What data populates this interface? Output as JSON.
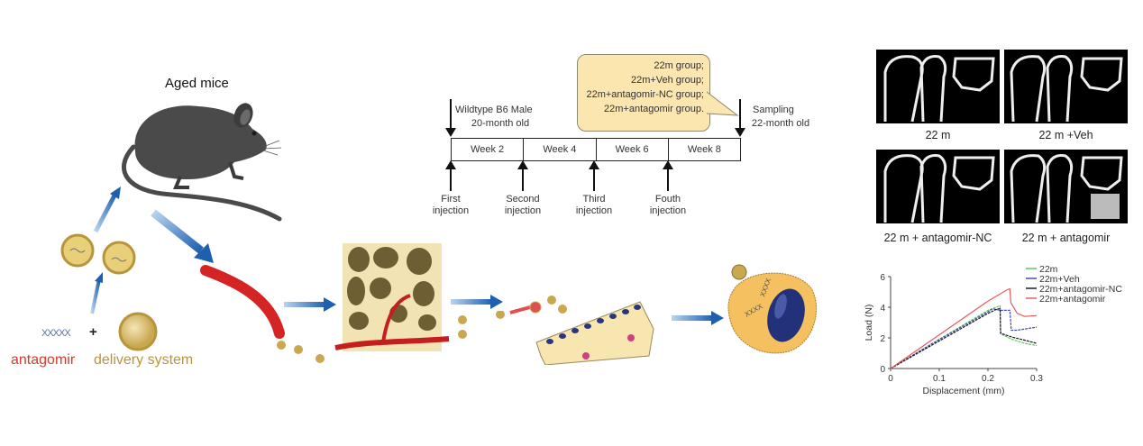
{
  "left_panel": {
    "title": "Aged mice",
    "antagomir_label": "antagomir",
    "plus_sign": "+",
    "delivery_label": "delivery system",
    "colors": {
      "antagomir": "#d9382b",
      "delivery": "#b8943a",
      "arrow": "#1f5fb0",
      "vessel": "#d42424",
      "mouse": "#4a4a4a"
    }
  },
  "timeline": {
    "start_label_line1": "Wildtype B6 Male",
    "start_label_line2": "20-month old",
    "end_label_line1": "Sampling",
    "end_label_line2": "22-month old",
    "weeks": [
      "Week 2",
      "Week 4",
      "Week 6",
      "Week 8"
    ],
    "injections": [
      {
        "line1": "First",
        "line2": "injection"
      },
      {
        "line1": "Second",
        "line2": "injection"
      },
      {
        "line1": "Third",
        "line2": "injection"
      },
      {
        "line1": "Fouth",
        "line2": "injection"
      }
    ],
    "callout_lines": [
      "22m group;",
      "22m+Veh group;",
      "22m+antagomir-NC group;",
      "22m+antagomir group."
    ],
    "callout_color": "#fbe6b0"
  },
  "microct": {
    "captions": [
      "22 m",
      "22 m +Veh",
      "22 m + antagomir-NC",
      "22 m + antagomir"
    ]
  },
  "chart_data": {
    "type": "line",
    "title": "",
    "xlabel": "Displacement (mm)",
    "ylabel": "Load (N)",
    "xlim": [
      0,
      0.3
    ],
    "ylim": [
      0,
      6
    ],
    "xticks": [
      "0",
      "0.1",
      "0.2",
      "0.3"
    ],
    "yticks": [
      "0",
      "2",
      "4",
      "6"
    ],
    "grid": false,
    "legend_position": "top-right",
    "series": [
      {
        "name": "22m",
        "color": "#5cc85c",
        "x": [
          0,
          0.05,
          0.1,
          0.15,
          0.2,
          0.225,
          0.226,
          0.23,
          0.25,
          0.275,
          0.3
        ],
        "y": [
          0,
          0.95,
          1.9,
          2.85,
          3.8,
          4.1,
          2.4,
          2.2,
          1.9,
          1.65,
          1.5
        ]
      },
      {
        "name": "22m+Veh",
        "color": "#4b4bb5",
        "x": [
          0,
          0.05,
          0.1,
          0.15,
          0.2,
          0.21,
          0.225,
          0.245,
          0.248,
          0.26,
          0.3
        ],
        "y": [
          0,
          0.95,
          1.9,
          2.8,
          3.7,
          3.9,
          3.8,
          3.8,
          2.5,
          2.5,
          2.7
        ]
      },
      {
        "name": "22m+antagomir-NC",
        "color": "#1a1a2e",
        "x": [
          0,
          0.05,
          0.1,
          0.15,
          0.2,
          0.22,
          0.225,
          0.226,
          0.25,
          0.275,
          0.3
        ],
        "y": [
          0,
          0.9,
          1.8,
          2.7,
          3.6,
          3.9,
          3.9,
          2.3,
          2.05,
          1.85,
          1.65
        ]
      },
      {
        "name": "22m+antagomir",
        "color": "#e8585a",
        "x": [
          0,
          0.05,
          0.1,
          0.15,
          0.2,
          0.24,
          0.245,
          0.247,
          0.26,
          0.275,
          0.3
        ],
        "y": [
          0,
          1.1,
          2.2,
          3.3,
          4.4,
          5.15,
          5.2,
          4.3,
          3.6,
          3.4,
          3.45
        ]
      }
    ]
  }
}
